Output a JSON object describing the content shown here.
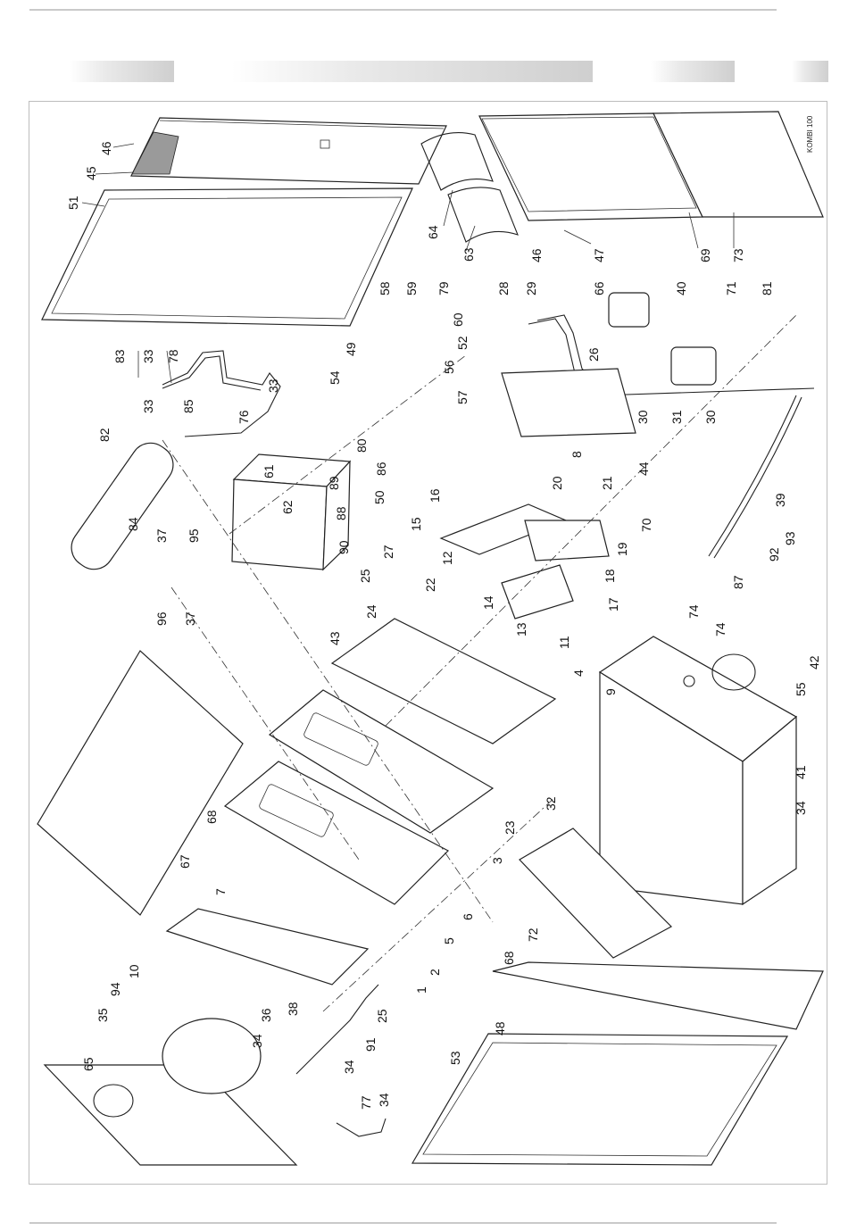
{
  "header": {
    "bars": [
      "",
      "",
      "",
      ""
    ]
  },
  "figure": {
    "code": "KOMBI 100",
    "callouts": [
      "46",
      "45",
      "51",
      "64",
      "63",
      "69",
      "73",
      "47",
      "46",
      "58",
      "59",
      "79",
      "60",
      "28",
      "29",
      "66",
      "40",
      "71",
      "81",
      "83",
      "33",
      "78",
      "49",
      "52",
      "56",
      "54",
      "57",
      "33",
      "85",
      "76",
      "33",
      "26",
      "82",
      "80",
      "30",
      "31",
      "30",
      "86",
      "44",
      "61",
      "62",
      "89",
      "8",
      "20",
      "21",
      "50",
      "16",
      "15",
      "84",
      "37",
      "95",
      "88",
      "90",
      "27",
      "12",
      "70",
      "19",
      "18",
      "25",
      "22",
      "17",
      "39",
      "93",
      "92",
      "87",
      "74",
      "96",
      "37",
      "24",
      "14",
      "11",
      "13",
      "43",
      "42",
      "55",
      "9",
      "74",
      "4",
      "34",
      "41",
      "32",
      "67",
      "68",
      "7",
      "23",
      "3",
      "6",
      "72",
      "5",
      "10",
      "2",
      "94",
      "68",
      "1",
      "48",
      "35",
      "36",
      "38",
      "25",
      "34",
      "91",
      "65",
      "34",
      "34",
      "53",
      "77"
    ]
  }
}
